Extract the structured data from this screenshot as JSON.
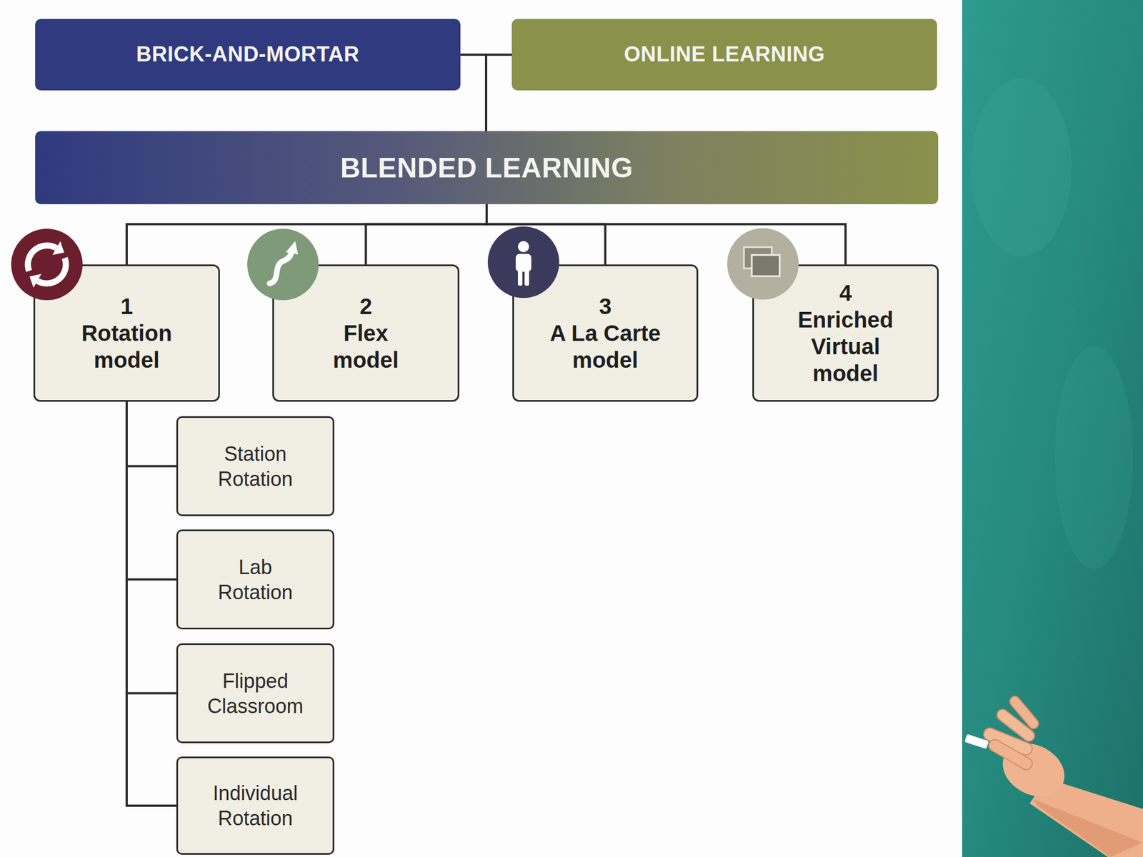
{
  "diagram": {
    "nodes": [
      {
        "text": [
          "BRICK-AND-MORTAR"
        ]
      },
      {
        "text": [
          "ONLINE LEARNING"
        ]
      },
      {
        "text": [
          "BLENDED LEARNING"
        ]
      },
      {
        "text": [
          "1",
          "Rotation model"
        ]
      },
      {
        "text": [
          "2",
          "Flex model"
        ]
      },
      {
        "text": [
          "3",
          "A La Carte model"
        ]
      },
      {
        "text": [
          "4",
          "Enriched Virtual model"
        ]
      },
      {
        "text": [
          "Station Rotation"
        ]
      },
      {
        "text": [
          "Lab Rotation"
        ]
      },
      {
        "text": [
          "Flipped Classroom"
        ]
      },
      {
        "text": [
          "Individual Rotation"
        ]
      }
    ],
    "edges": [
      {
        "from": 0,
        "to": 2,
        "arrow": "none"
      },
      {
        "from": 1,
        "to": 2,
        "arrow": "none"
      },
      {
        "from": 2,
        "to": 3,
        "arrow": "none"
      },
      {
        "from": 2,
        "to": 4,
        "arrow": "none"
      },
      {
        "from": 2,
        "to": 5,
        "arrow": "none"
      },
      {
        "from": 2,
        "to": 6,
        "arrow": "none"
      },
      {
        "from": 3,
        "to": 7,
        "arrow": "none"
      },
      {
        "from": 3,
        "to": 8,
        "arrow": "none"
      },
      {
        "from": 3,
        "to": 9,
        "arrow": "none"
      },
      {
        "from": 3,
        "to": 10,
        "arrow": "none"
      }
    ]
  }
}
